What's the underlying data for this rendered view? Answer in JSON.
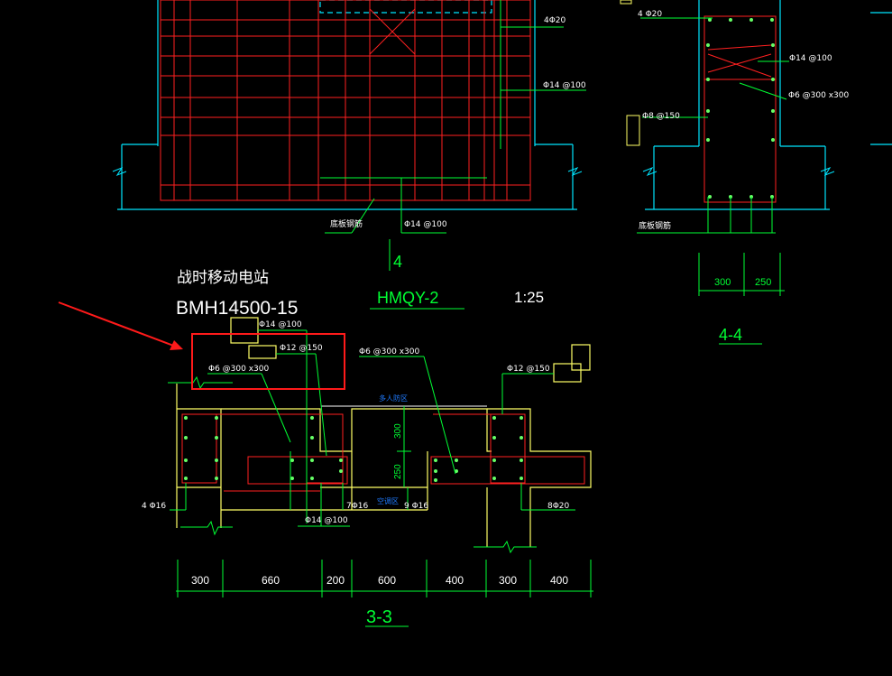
{
  "colors": {
    "background": "#000000",
    "red": "#ff2020",
    "cyan": "#00e5ff",
    "green": "#00ff33",
    "yellow": "#ffff66",
    "white": "#ffffff",
    "blue": "#1f7bff",
    "highlight": "#ff1a1a"
  },
  "top_left": {
    "label_4phi20": "4Φ20",
    "label_phi14_100": "Φ14 @100",
    "label_bottom_bars": "底板钢筋",
    "label_phi14_100_b": "Φ14 @100",
    "section_mark": "4"
  },
  "top_right": {
    "label_4phi20": "4 Φ20",
    "label_phi14_100": "Φ14 @100",
    "label_phi6": "Φ6 @300 x300",
    "label_phi8": "Φ8 @150",
    "label_bottom_bars": "底板钢筋",
    "dim_300": "300",
    "dim_250": "250",
    "section_title": "4-4"
  },
  "header": {
    "project_cn": "战时移动电站",
    "project_code": "BMH14500-15",
    "drawing_code": "HMQY-2",
    "scale": "1:25"
  },
  "section33": {
    "label_phi14_100_top": "Φ14 @100",
    "label_phi12_150_a": "Φ12 @150",
    "label_phi6_left": "Φ6 @300 x300",
    "label_phi6_mid": "Φ6 @300 x300",
    "label_phi12_150_b": "Φ12 @150",
    "label_4phi16": "4 Φ16",
    "label_7phi16": "7Φ16",
    "label_9phi16": "9 Φ16",
    "label_8phi20": "8Φ20",
    "label_phi14_100_bot": "Φ14 @100",
    "blue_top": "多人防区",
    "blue_bottom": "空调区",
    "vdim_300": "300",
    "vdim_250": "250",
    "dims": [
      "300",
      "660",
      "200",
      "600",
      "400",
      "300",
      "400"
    ],
    "section_title": "3-3"
  }
}
